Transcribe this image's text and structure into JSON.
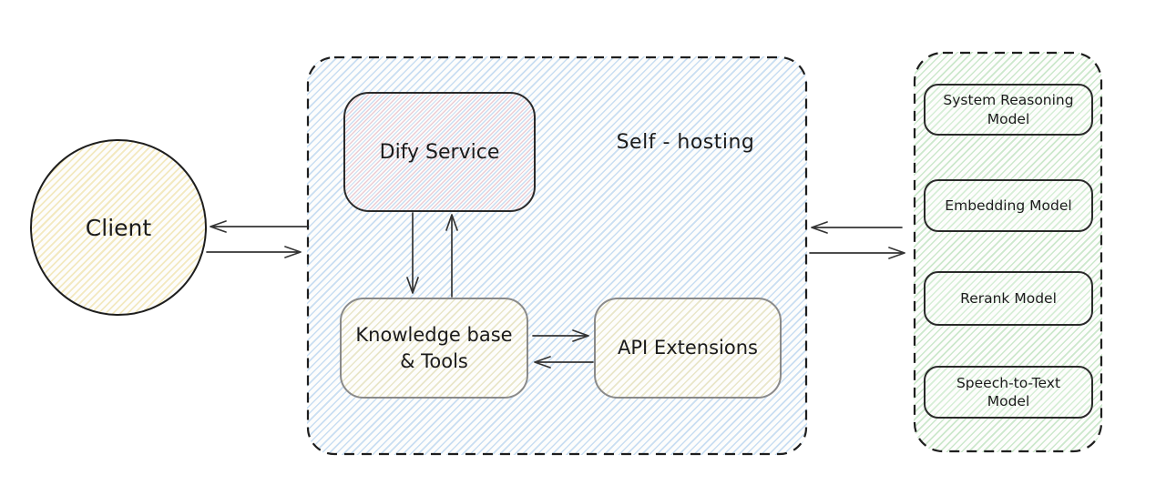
{
  "diagram": {
    "client": {
      "label": "Client"
    },
    "self_hosting": {
      "title": "Self - hosting",
      "nodes": {
        "dify": {
          "label": "Dify Service"
        },
        "knowledge": {
          "label": "Knowledge base & Tools"
        },
        "api": {
          "label": "API Extensions"
        }
      }
    },
    "models": {
      "items": [
        {
          "label": "System Reasoning Model"
        },
        {
          "label": "Embedding Model"
        },
        {
          "label": "Rerank Model"
        },
        {
          "label": "Speech-to-Text Model"
        }
      ]
    },
    "colors": {
      "canvas_bg": "#ffffff",
      "stroke_dark": "#1e1e1e",
      "stroke_gray": "#8a8a8a",
      "arrow": "#343434",
      "text": "#1b1b1b",
      "hatch_yellow": "#f3e9c0",
      "hatch_blue": "#c9def2",
      "hatch_pink": "#eccdd4",
      "hatch_cream": "#e9e6c9",
      "hatch_green": "#cce8cc",
      "hatch_green_light": "#d6eed6",
      "node_bg": "#fdfdfc"
    }
  }
}
